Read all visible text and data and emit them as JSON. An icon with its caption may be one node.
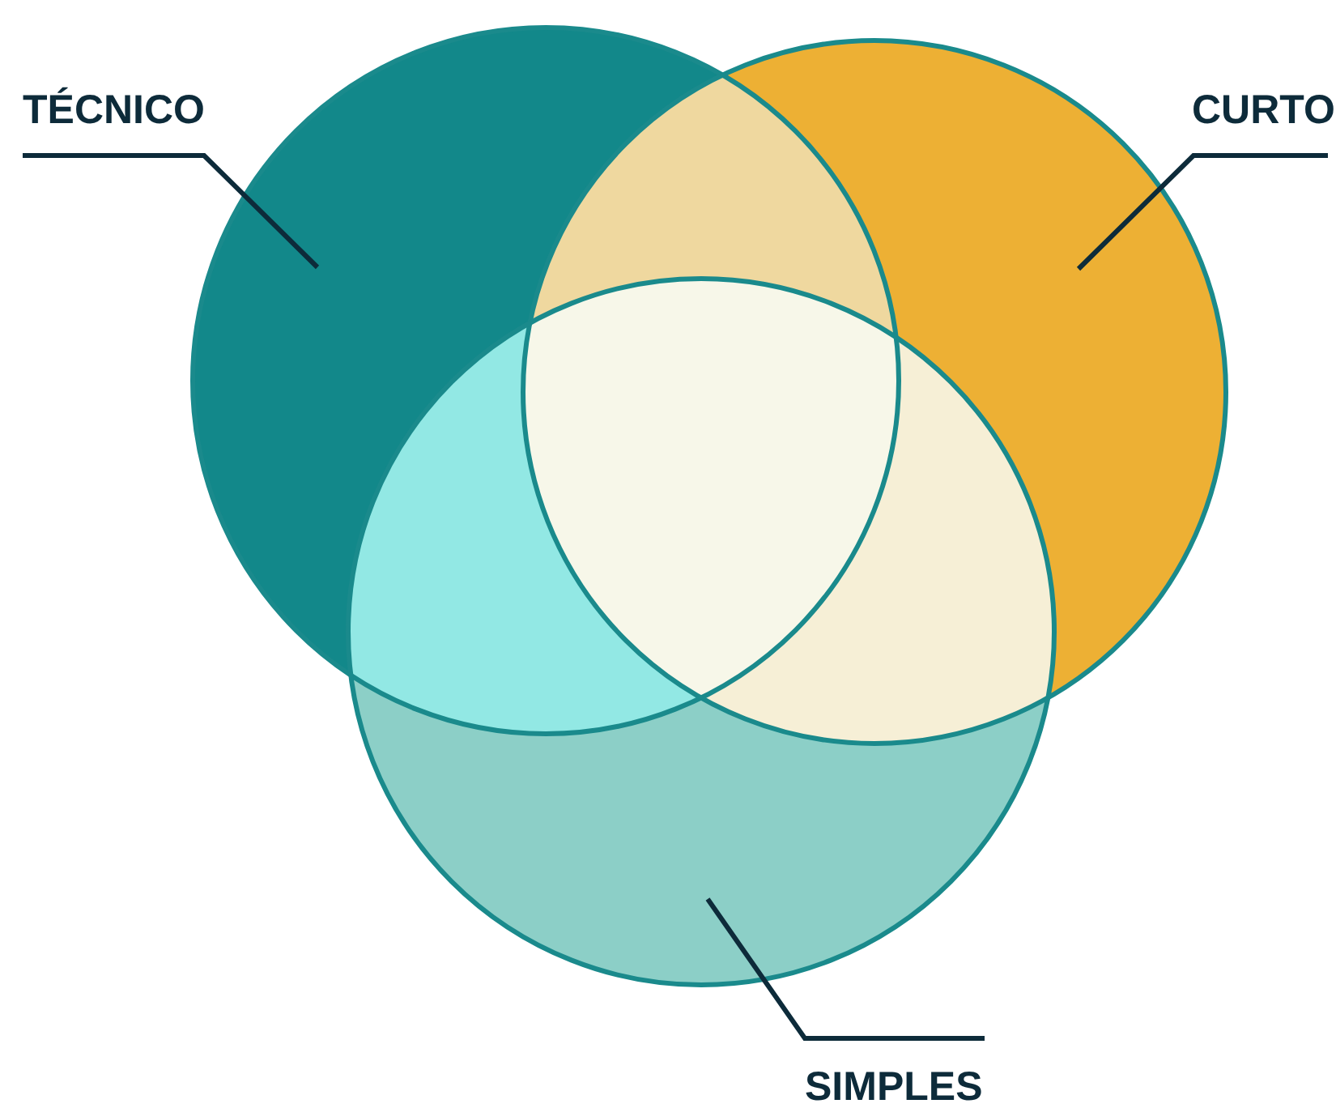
{
  "diagram": {
    "nodes": [
      {
        "text": [
          "TÉCNICO"
        ]
      },
      {
        "text": [
          "CURTO"
        ]
      },
      {
        "text": [],
        "shape": "circle"
      },
      {
        "text": [],
        "shape": "circle"
      },
      {
        "text": [],
        "shape": "circle"
      },
      {
        "text": [
          "SIMPLES"
        ]
      }
    ],
    "edges": [
      {
        "from": 0,
        "to": 2,
        "arrow": "none"
      },
      {
        "from": 1,
        "to": 3,
        "arrow": "none"
      },
      {
        "from": 5,
        "to": 4,
        "arrow": "none"
      }
    ]
  }
}
